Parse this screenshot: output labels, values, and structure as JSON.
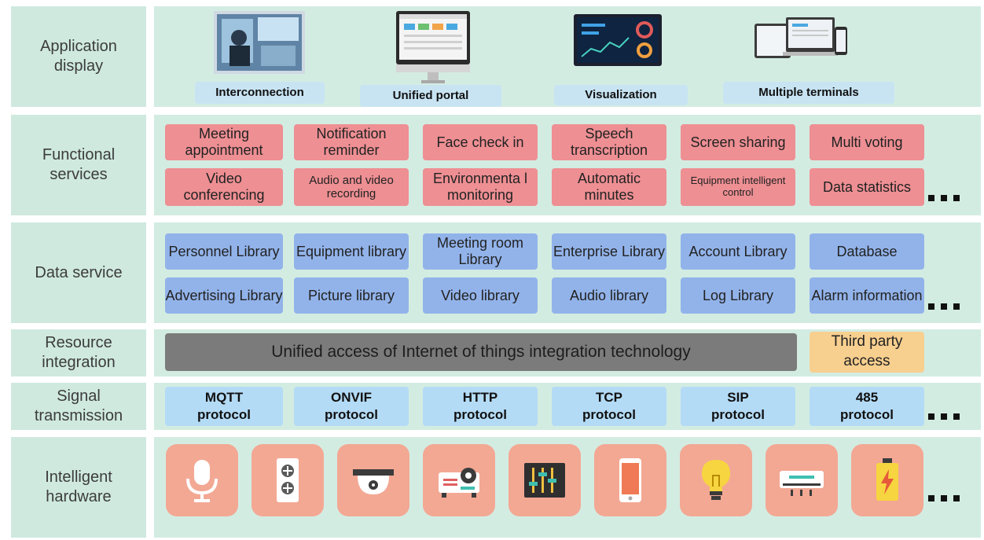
{
  "rows": {
    "application_display": "Application display",
    "functional_services": "Functional services",
    "data_service": "Data service",
    "resource_integration": "Resource integration",
    "signal_transmission": "Signal transmission",
    "intelligent_hardware": "Intelligent hardware"
  },
  "applications": [
    "Interconnection",
    "Unified portal",
    "Visualization",
    "Multiple terminals"
  ],
  "functional": {
    "row1": [
      "Meeting appointment",
      "Notification reminder",
      "Face check in",
      "Speech transcription",
      "Screen sharing",
      "Multi voting"
    ],
    "row2": [
      "Video conferencing",
      "Audio and video recording",
      "Environmenta l monitoring",
      "Automatic minutes",
      "Equipment intelligent control",
      "Data statistics"
    ]
  },
  "data_service": {
    "row1": [
      "Personnel Library",
      "Equipment library",
      "Meeting room Library",
      "Enterprise Library",
      "Account Library",
      "Database"
    ],
    "row2": [
      "Advertising Library",
      "Picture library",
      "Video library",
      "Audio library",
      "Log Library",
      "Alarm information"
    ]
  },
  "resource": {
    "unified": "Unified access of Internet of things integration technology",
    "third_party": "Third party access"
  },
  "protocols": [
    {
      "name": "MQTT",
      "suffix": "protocol"
    },
    {
      "name": "ONVIF",
      "suffix": "protocol"
    },
    {
      "name": "HTTP",
      "suffix": "protocol"
    },
    {
      "name": "TCP",
      "suffix": "protocol"
    },
    {
      "name": "SIP",
      "suffix": "protocol"
    },
    {
      "name": "485",
      "suffix": "protocol"
    }
  ],
  "hardware_icons": [
    "microphone-icon",
    "power-socket-icon",
    "dome-camera-icon",
    "projector-icon",
    "audio-mixer-icon",
    "smartphone-icon",
    "light-bulb-icon",
    "air-conditioner-icon",
    "battery-icon"
  ],
  "colors": {
    "label_bg": "#cfe9df",
    "panel_bg": "#d3ece2",
    "function_box": "#ee8f93",
    "data_box": "#92b3ea",
    "protocol_box": "#b4dbf6",
    "integration_box": "#7b7b7b",
    "third_party_box": "#f7cf8f",
    "hardware_tile": "#f3a894"
  }
}
